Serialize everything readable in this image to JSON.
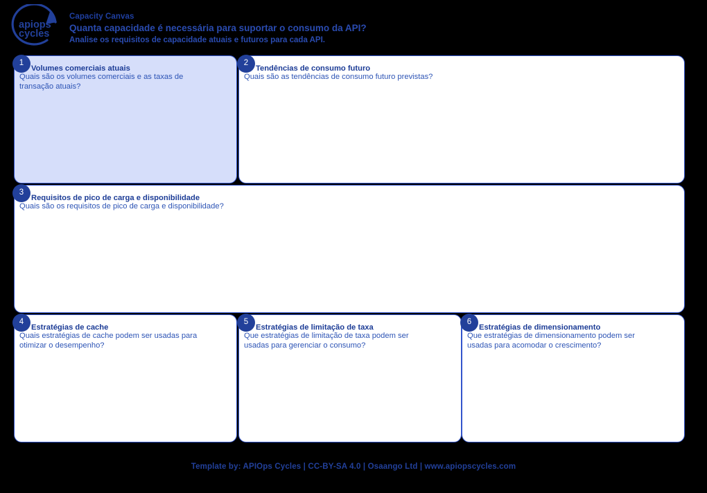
{
  "header": {
    "logo_alt": "apiops-cycles-logo",
    "logo_line1": "apiops",
    "logo_line2": "cycles",
    "title": "Capacity Canvas",
    "question": "Quanta capacidade é necessária para suportar o consumo da API?",
    "subtitle": "Analise os requisitos de capacidade atuais e futuros para cada API."
  },
  "colors": {
    "accent": "#22409a",
    "border": "#3355cc",
    "panel_fill": "#d6defa",
    "text_blue": "#2d54b5",
    "background": "#000000"
  },
  "panels": [
    {
      "number": "1",
      "title": "Volumes comerciais atuais",
      "description": "Quais são os volumes comerciais e as taxas de transação atuais?",
      "filled": true
    },
    {
      "number": "2",
      "title": "Tendências de consumo futuro",
      "description": "Quais são as tendências de consumo futuro previstas?",
      "filled": false
    },
    {
      "number": "3",
      "title": "Requisitos de pico de carga e disponibilidade",
      "description": "Quais são os requisitos de pico de carga e disponibilidade?",
      "filled": false
    },
    {
      "number": "4",
      "title": "Estratégias de cache",
      "description": "Quais estratégias de cache podem ser usadas para otimizar o desempenho?",
      "filled": false
    },
    {
      "number": "5",
      "title": "Estratégias de limitação de taxa",
      "description": "Que estratégias de limitação de taxa podem ser usadas para gerenciar o consumo?",
      "filled": false
    },
    {
      "number": "6",
      "title": "Estratégias de dimensionamento",
      "description": "Que estratégias de dimensionamento podem ser usadas para acomodar o crescimento?",
      "filled": false
    }
  ],
  "footer": {
    "text": "Template by: APIOps Cycles | CC-BY-SA 4.0 | Osaango Ltd | www.apiopscycles.com"
  }
}
